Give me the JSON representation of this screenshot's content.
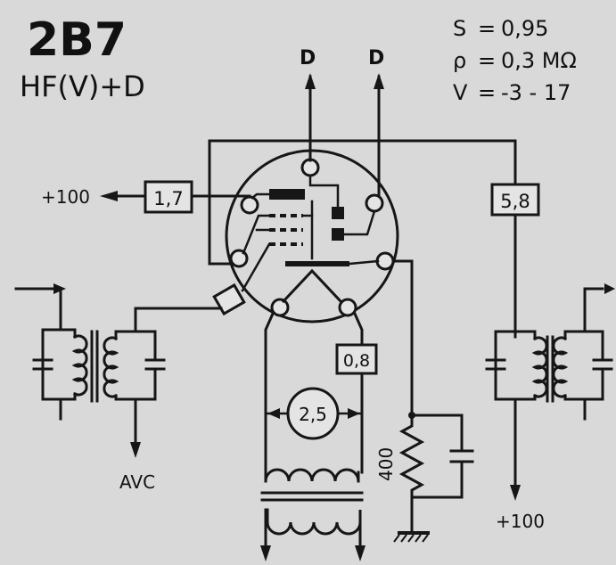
{
  "header": {
    "tube_type": "2B7",
    "function": "HF(V)+D"
  },
  "specs": [
    {
      "symbol": "S",
      "value": "0,95"
    },
    {
      "symbol": "ρ",
      "value": "0,3 MΩ"
    },
    {
      "symbol": "V",
      "value": "-3 - 17"
    }
  ],
  "labels": {
    "diode_out_left": "D",
    "diode_out_right": "D",
    "screen_supply": "+100",
    "screen_resistor": "1,7",
    "plate_resistor": "5,8",
    "heater_tap": "0,8",
    "heater_voltage": "2,5",
    "cathode_resistor": "400",
    "avc": "AVC",
    "plate_supply": "+100"
  }
}
